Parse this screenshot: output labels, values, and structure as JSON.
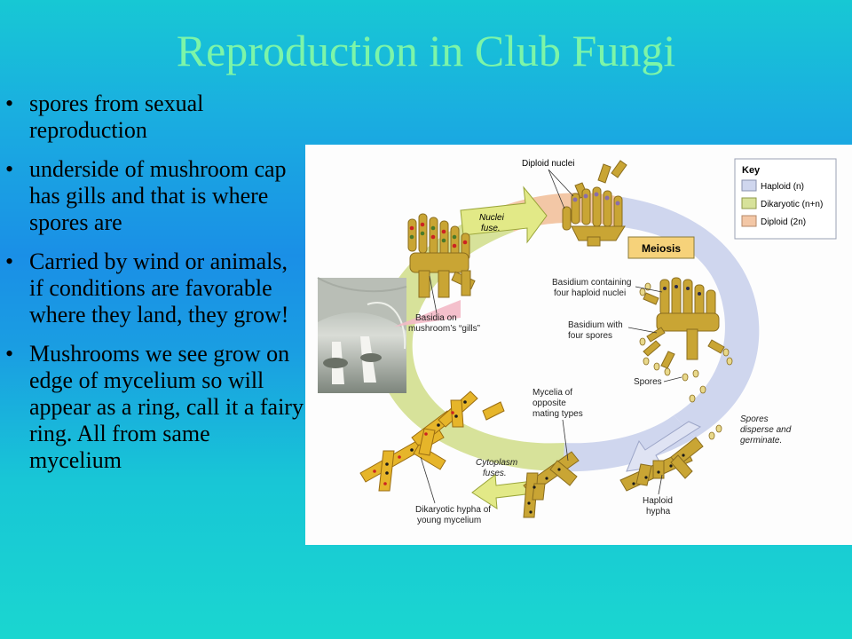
{
  "slide": {
    "title": "Reproduction in Club Fungi",
    "bullets": [
      "spores from sexual reproduction",
      "underside of mushroom cap has gills and that is where spores are",
      "Carried by wind or animals, if conditions are favorable where they land, they grow!",
      "Mushrooms  we see grow on edge of mycelium so will appear as a ring, call it a fairy ring.  All from same mycelium"
    ]
  },
  "diagram": {
    "key": {
      "title": "Key",
      "items": [
        {
          "label": "Haploid (n)",
          "color": "#cfd6ee"
        },
        {
          "label": "Dikaryotic (n+n)",
          "color": "#d7e29a"
        },
        {
          "label": "Diploid (2n)",
          "color": "#f3c7a6"
        }
      ]
    },
    "labels": {
      "diploid_nuclei": "Diploid nuclei",
      "nuclei_fuse_1": "Nuclei",
      "nuclei_fuse_2": "fuse.",
      "meiosis": "Meiosis",
      "basidium_nuclei_1": "Basidium containing",
      "basidium_nuclei_2": "four haploid nuclei",
      "basidium_spores_1": "Basidium with",
      "basidium_spores_2": "four spores",
      "spores": "Spores",
      "spores_disperse_1": "Spores",
      "spores_disperse_2": "disperse and",
      "spores_disperse_3": "germinate.",
      "haploid_hypha_1": "Haploid",
      "haploid_hypha_2": "hypha",
      "mycelia_1": "Mycelia of",
      "mycelia_2": "opposite",
      "mycelia_3": "mating types",
      "cytoplasm_1": "Cytoplasm",
      "cytoplasm_2": "fuses.",
      "dikaryotic_1": "Dikaryotic hypha of",
      "dikaryotic_2": "young mycelium",
      "basidia_1": "Basidia on",
      "basidia_2": "mushroom’s “gills”"
    },
    "colors": {
      "haploid": "#cfd6ee",
      "dikaryotic": "#d7e29a",
      "diploid": "#f3c7a6",
      "hypha": "#c9a534",
      "hypha_edge": "#8a6d1e",
      "meiosis_box": "#f6d27a"
    }
  }
}
